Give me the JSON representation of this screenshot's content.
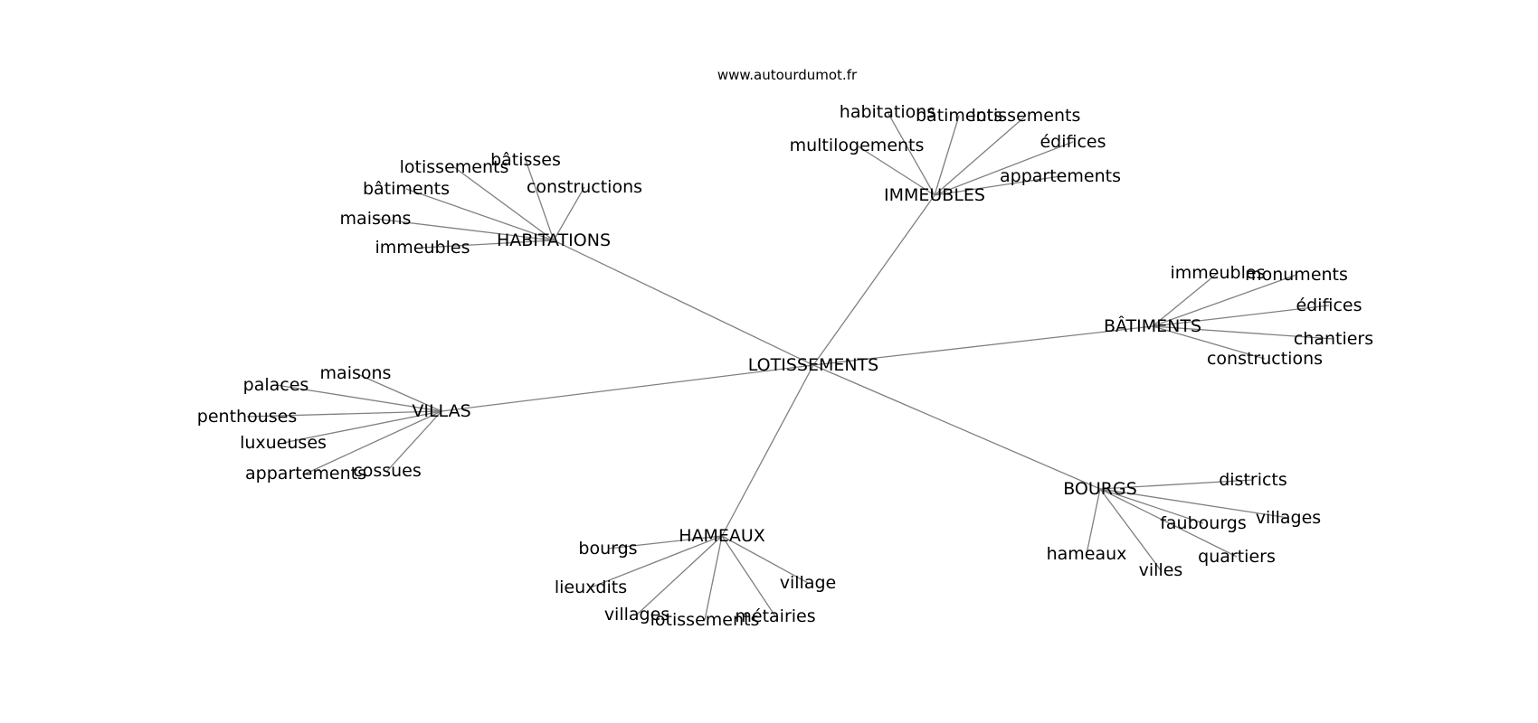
{
  "site": "www.autourdumot.fr",
  "colors": {
    "edge": "#808080",
    "text": "#000000",
    "background": "#ffffff"
  },
  "graph": {
    "center": "LOTISSEMENTS",
    "clusters": [
      {
        "hub": "HABITATIONS",
        "leaves": [
          "bâtisses",
          "lotissements",
          "constructions",
          "bâtiments",
          "maisons",
          "immeubles"
        ]
      },
      {
        "hub": "IMMEUBLES",
        "leaves": [
          "habitations",
          "bâtiments",
          "lotissements",
          "multilogements",
          "édifices",
          "appartements"
        ]
      },
      {
        "hub": "BÂTIMENTS",
        "leaves": [
          "immeubles",
          "monuments",
          "édifices",
          "chantiers",
          "constructions"
        ]
      },
      {
        "hub": "VILLAS",
        "leaves": [
          "maisons",
          "palaces",
          "penthouses",
          "luxueuses",
          "appartements",
          "cossues"
        ]
      },
      {
        "hub": "BOURGS",
        "leaves": [
          "districts",
          "villages",
          "faubourgs",
          "quartiers",
          "hameaux",
          "villes"
        ]
      },
      {
        "hub": "HAMEAUX",
        "leaves": [
          "bourgs",
          "lieuxdits",
          "village",
          "villages",
          "lotissements",
          "métairies"
        ]
      }
    ]
  }
}
